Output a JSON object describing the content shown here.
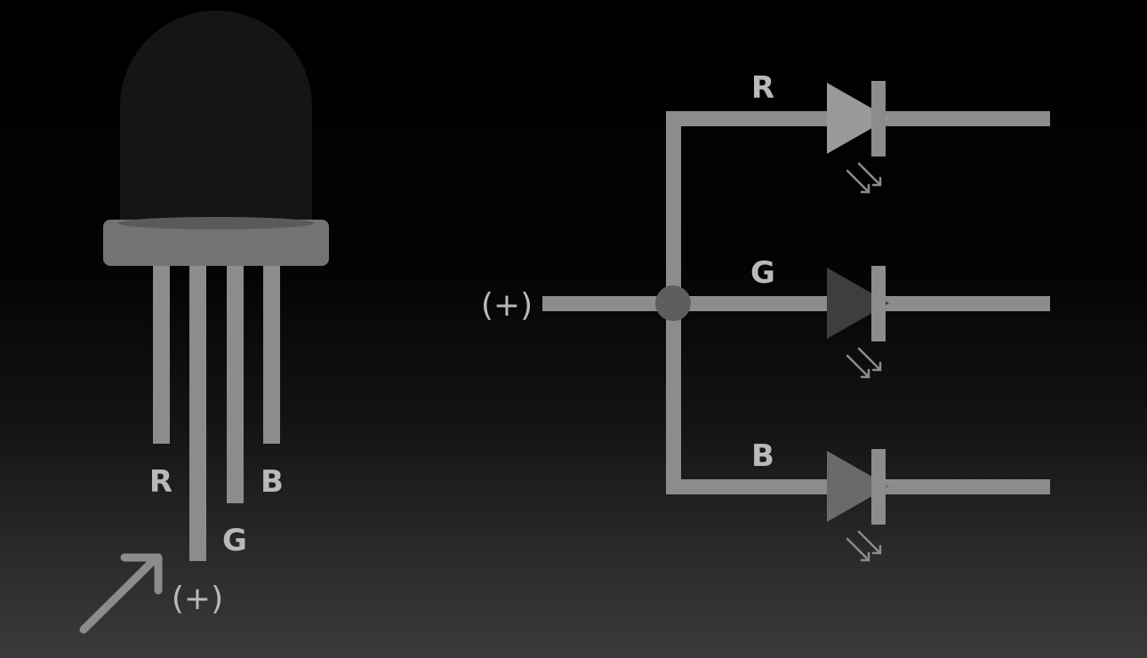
{
  "led": {
    "pin_labels": {
      "r": "R",
      "g": "G",
      "b": "B"
    },
    "common_label": "(+)"
  },
  "schematic": {
    "input_label": "(+)",
    "branches": [
      {
        "label": "R",
        "diode_color": "#9a9a9a"
      },
      {
        "label": "G",
        "diode_color": "#3e3e3e"
      },
      {
        "label": "B",
        "diode_color": "#6a6a6a"
      }
    ]
  },
  "colors": {
    "wire": "#8c8c8c",
    "label": "#b9b9b9",
    "dome": "#151515",
    "base": "#737373"
  }
}
